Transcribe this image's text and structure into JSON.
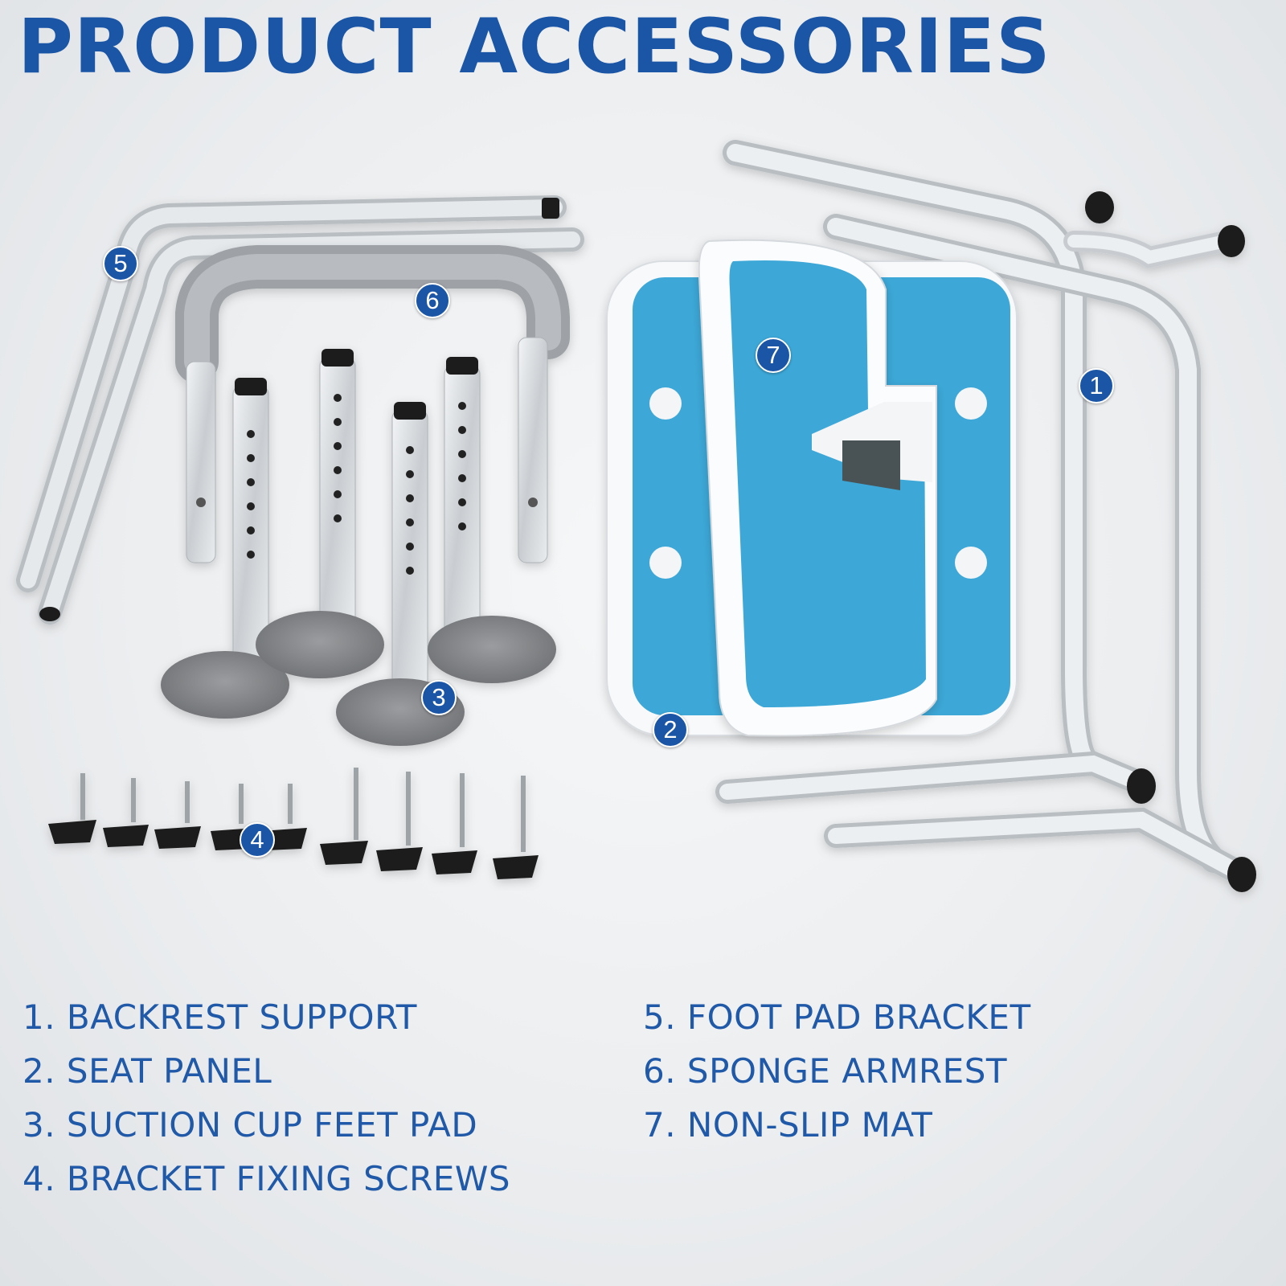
{
  "title": "PRODUCT ACCESSORIES",
  "colors": {
    "accent": "#1a55a6",
    "mat_blue": "#3ea8d8",
    "tube": "#d4d8dc",
    "rubber": "#1b1b1b",
    "cup": "#8a8c8f"
  },
  "badges": [
    {
      "id": "1",
      "label": "1"
    },
    {
      "id": "2",
      "label": "2"
    },
    {
      "id": "3",
      "label": "3"
    },
    {
      "id": "4",
      "label": "4"
    },
    {
      "id": "5",
      "label": "5"
    },
    {
      "id": "6",
      "label": "6"
    },
    {
      "id": "7",
      "label": "7"
    }
  ],
  "legend_left": [
    "1. BACKREST SUPPORT",
    "2. SEAT PANEL",
    "3. SUCTION CUP FEET PAD",
    "4. BRACKET FIXING SCREWS"
  ],
  "legend_right": [
    "5. FOOT PAD BRACKET",
    "6. SPONGE ARMREST",
    "7. NON-SLIP MAT"
  ]
}
